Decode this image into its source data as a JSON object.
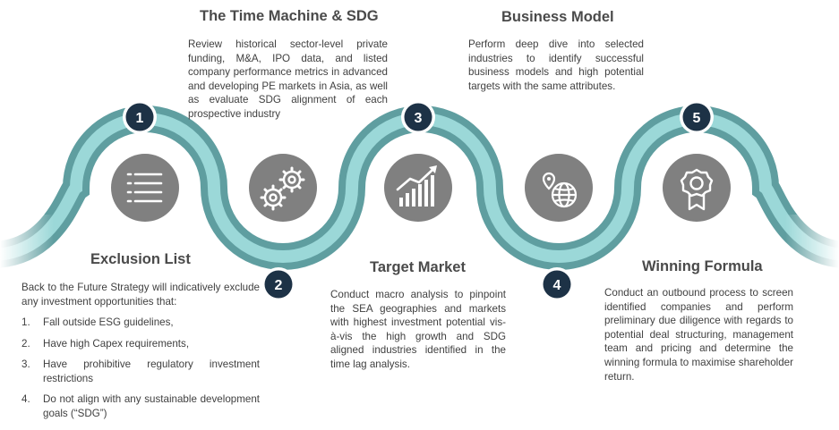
{
  "colors": {
    "band_outer": "#5f9ea0",
    "band_inner": "#9bd8d8",
    "icon_circle": "#808080",
    "badge": "#1d3246",
    "badge_ring": "#ffffff",
    "title_text": "#4a4a4a",
    "body_text": "#404040"
  },
  "steps": [
    {
      "number": "1",
      "title": "Exclusion List",
      "icon": "list-icon",
      "description": "Back to the Future Strategy will indicatively exclude any investment opportunities that:",
      "items": [
        {
          "num": "1.",
          "text": "Fall outside ESG guidelines,"
        },
        {
          "num": "2.",
          "text": "Have high Capex requirements,"
        },
        {
          "num": "3.",
          "text": "Have prohibitive regulatory investment restrictions"
        },
        {
          "num": "4.",
          "text": "Do not align with any sustainable development goals (“SDG”)"
        }
      ]
    },
    {
      "number": "2",
      "title": "The Time Machine & SDG",
      "icon": "gears-icon",
      "description": "Review historical sector-level private funding, M&A, IPO data, and listed company performance metrics in advanced and developing PE markets in Asia, as well as evaluate SDG alignment of each prospective industry"
    },
    {
      "number": "3",
      "title": "Target Market",
      "icon": "growth-chart-icon",
      "description": "Conduct macro analysis to pinpoint the SEA geographies and markets with highest investment potential vis-à-vis the high growth and SDG aligned industries identified in the time lag analysis."
    },
    {
      "number": "4",
      "title": "Business Model",
      "icon": "globe-pin-icon",
      "description": "Perform deep dive into selected industries to identify successful business models and high potential targets with the same attributes."
    },
    {
      "number": "5",
      "title": "Winning Formula",
      "icon": "award-badge-icon",
      "description": "Conduct an outbound process to screen identified companies and perform preliminary due diligence with regards to potential deal structuring, management team and pricing and determine the winning formula to maximise shareholder return."
    }
  ]
}
